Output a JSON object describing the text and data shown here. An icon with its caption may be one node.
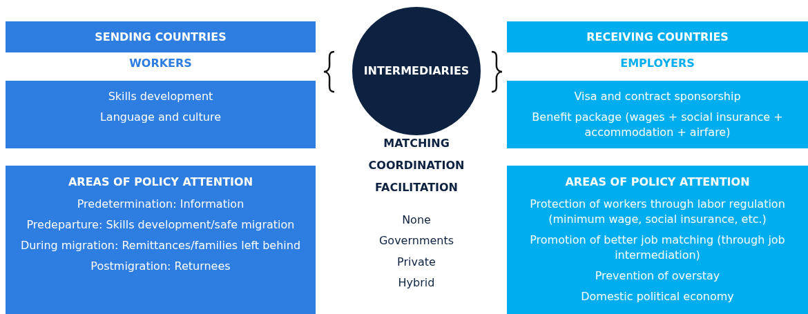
{
  "diagram": {
    "nodes": [
      {
        "text": [
          "SENDING COUNTRIES"
        ]
      },
      {
        "text": [
          "Skills development",
          "Language and culture"
        ]
      },
      {
        "text": [
          "AREAS OF POLICY ATTENTION",
          "Predetermination: Information",
          "Predeparture: Skills development/safe migration",
          "During migration: Remittances/families left behind",
          "Postmigration: Returnees"
        ]
      },
      {
        "text": [
          "INTERMEDIARIES"
        ]
      },
      {
        "text": [
          "RECEIVING COUNTRIES"
        ]
      },
      {
        "text": [
          "Visa and contract sponsorship",
          "Benefit package (wages + social insurance + accommodation + airfare)"
        ]
      },
      {
        "text": [
          "AREAS OF POLICY ATTENTION",
          "Protection of workers through labor regulation (minimum wage, social insurance, etc.)",
          "Promotion of better job matching (through job intermediation)",
          "Prevention of overstay",
          "Domestic political economy"
        ]
      }
    ],
    "labels": [
      "WORKERS",
      "EMPLOYERS",
      "MATCHING",
      "COORDINATION",
      "FACILITATION",
      "None",
      "Governments",
      "Private",
      "Hybrid"
    ]
  }
}
